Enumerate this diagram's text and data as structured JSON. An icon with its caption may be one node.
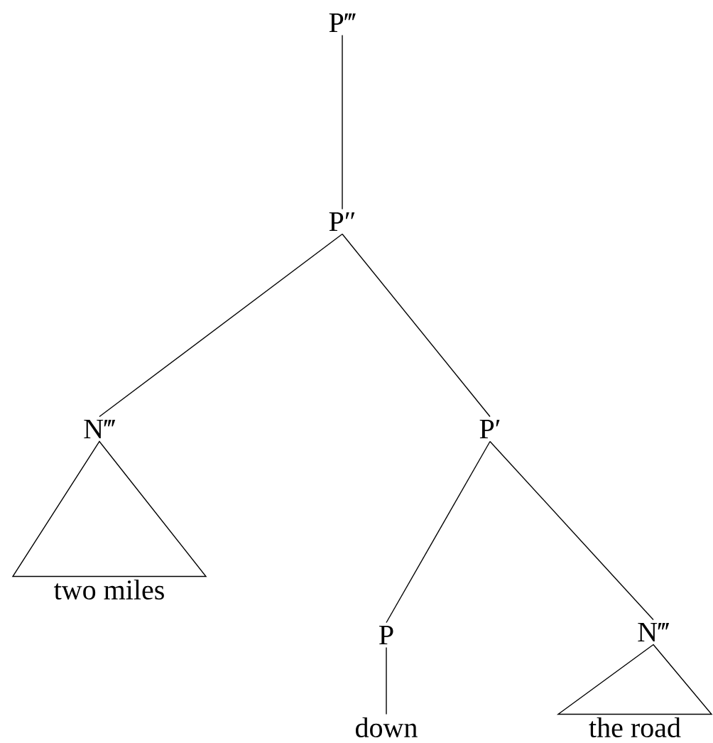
{
  "diagram": {
    "nodes": [
      {
        "text": [
          "P‴"
        ]
      },
      {
        "text": [
          "P″"
        ]
      },
      {
        "text": [
          "N‴"
        ]
      },
      {
        "text": [
          "P′"
        ]
      },
      {
        "text": [
          "two miles"
        ]
      },
      {
        "text": [
          "P"
        ]
      },
      {
        "text": [
          "N‴"
        ]
      },
      {
        "text": [
          "down"
        ]
      },
      {
        "text": [
          "the road"
        ]
      }
    ],
    "edges": [
      {
        "from": 0,
        "to": 1,
        "arrow": "none"
      },
      {
        "from": 1,
        "to": 2,
        "arrow": "none"
      },
      {
        "from": 1,
        "to": 3,
        "arrow": "none"
      },
      {
        "from": 2,
        "to": 4,
        "arrow": "none"
      },
      {
        "from": 3,
        "to": 5,
        "arrow": "none"
      },
      {
        "from": 3,
        "to": 6,
        "arrow": "none"
      },
      {
        "from": 5,
        "to": 7,
        "arrow": "none"
      },
      {
        "from": 6,
        "to": 8,
        "arrow": "none"
      }
    ]
  }
}
